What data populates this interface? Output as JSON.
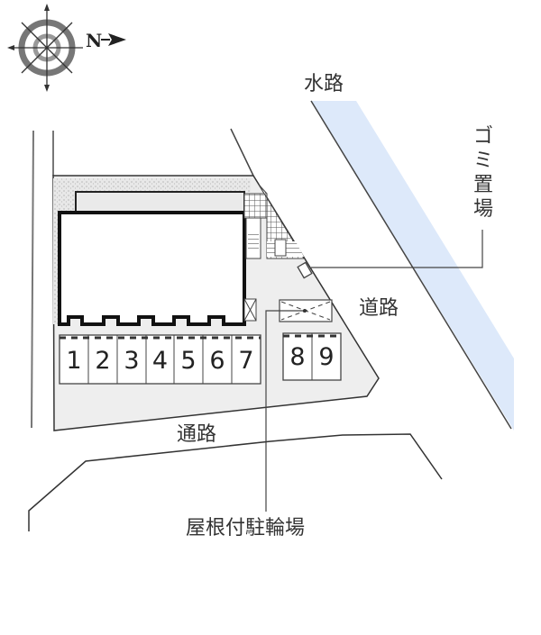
{
  "compass": {
    "north_label": "N",
    "icon": "compass-rose-icon",
    "arrow_direction": "right"
  },
  "labels": {
    "waterway": "水路",
    "garbage": "ゴミ置場",
    "road_right": "道路",
    "passage": "通路",
    "bike_parking": "屋根付駐輪場"
  },
  "parking_spaces": [
    "1",
    "2",
    "3",
    "4",
    "5",
    "6",
    "7",
    "8",
    "9"
  ],
  "colors": {
    "waterway_fill": "#dde9fa",
    "site_fill": "#eeeeee",
    "line": "#444444",
    "building_outline": "#111111"
  }
}
